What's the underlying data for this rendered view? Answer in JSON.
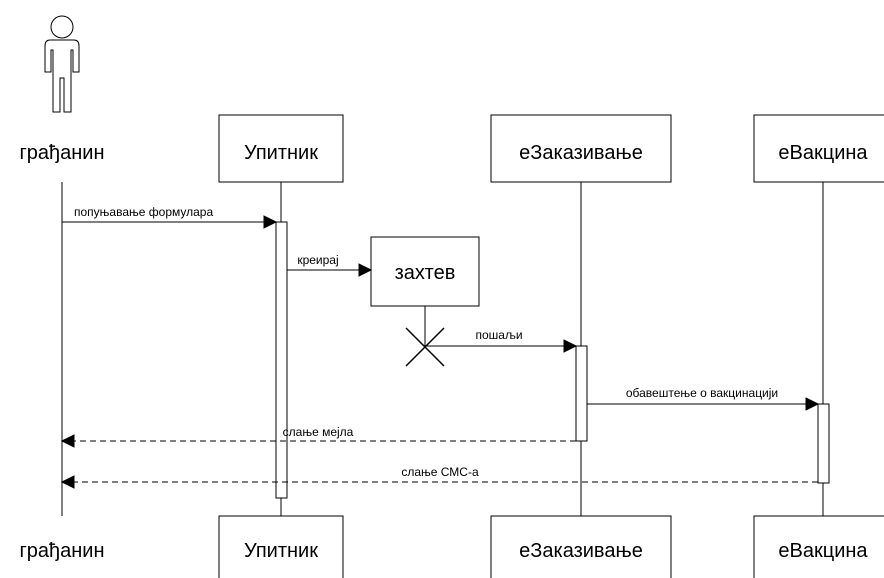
{
  "diagram": {
    "actor": {
      "name_top": "грађанин",
      "name_bottom": "грађанин"
    },
    "participants": [
      {
        "id": "upitnik",
        "label_top": "Упитник",
        "label_bottom": "Упитник"
      },
      {
        "id": "ezakazivanje",
        "label_top": "еЗаказивање",
        "label_bottom": "еЗаказивање"
      },
      {
        "id": "evakcina",
        "label_top": "еВакцина",
        "label_bottom": "еВакцина"
      }
    ],
    "created_object": {
      "label": "захтев"
    },
    "messages": [
      {
        "id": "m1",
        "label": "попуњавање формулара",
        "style": "solid"
      },
      {
        "id": "m2",
        "label": "креирај",
        "style": "solid"
      },
      {
        "id": "m3",
        "label": "пошаљи",
        "style": "solid"
      },
      {
        "id": "m4",
        "label": "обавештење о вакцинацији",
        "style": "solid"
      },
      {
        "id": "m5",
        "label": "слање мејла",
        "style": "dashed"
      },
      {
        "id": "m6",
        "label": "слање СМС-а",
        "style": "dashed"
      }
    ]
  }
}
